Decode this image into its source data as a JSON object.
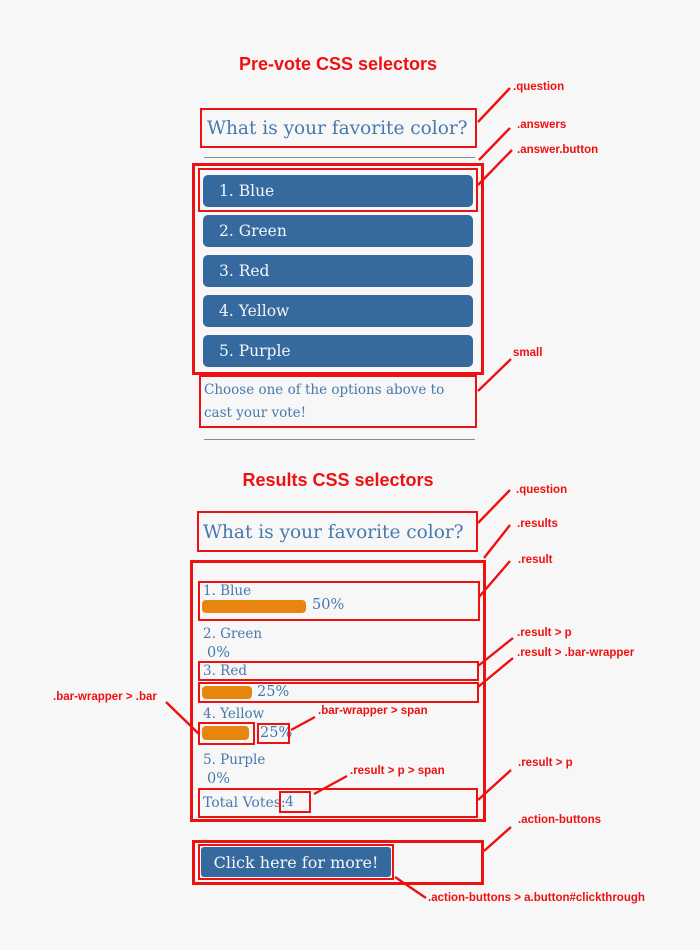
{
  "colors": {
    "annotation_red": "#ee1111",
    "button_blue": "#36699e",
    "text_blue": "#4679ad",
    "bar_orange": "#e6860e",
    "background": "#f7f7f7"
  },
  "prevote": {
    "title": "Pre-vote CSS selectors",
    "question": "What is your favorite color?",
    "answers": [
      "1. Blue",
      "2. Green",
      "3. Red",
      "4. Yellow",
      "5. Purple"
    ],
    "note": "Choose one of the options above to cast your vote!",
    "annotations": {
      "question": ".question",
      "answers": ".answers",
      "answer_button": ".answer.button",
      "small": "small"
    }
  },
  "results": {
    "title": "Results CSS selectors",
    "question": "What is your favorite color?",
    "rows": [
      {
        "label": "1. Blue",
        "percent": "50%"
      },
      {
        "label": "2. Green",
        "percent": "0%"
      },
      {
        "label": "3. Red",
        "percent": "25%"
      },
      {
        "label": "4. Yellow",
        "percent": "25%"
      },
      {
        "label": "5. Purple",
        "percent": "0%"
      }
    ],
    "total_label": "Total Votes:",
    "total_value": "4",
    "action_button": "Click here for more!",
    "annotations": {
      "question": ".question",
      "results": ".results",
      "result": ".result",
      "result_p": ".result > p",
      "result_bar_wrapper": ".result > .bar-wrapper",
      "bar_wrapper_bar": ".bar-wrapper > .bar",
      "bar_wrapper_span": ".bar-wrapper > span",
      "result_p_span": ".result > p > span",
      "result_p_2": ".result > p",
      "action_buttons": ".action-buttons",
      "clickthrough": ".action-buttons > a.button#clickthrough"
    }
  }
}
